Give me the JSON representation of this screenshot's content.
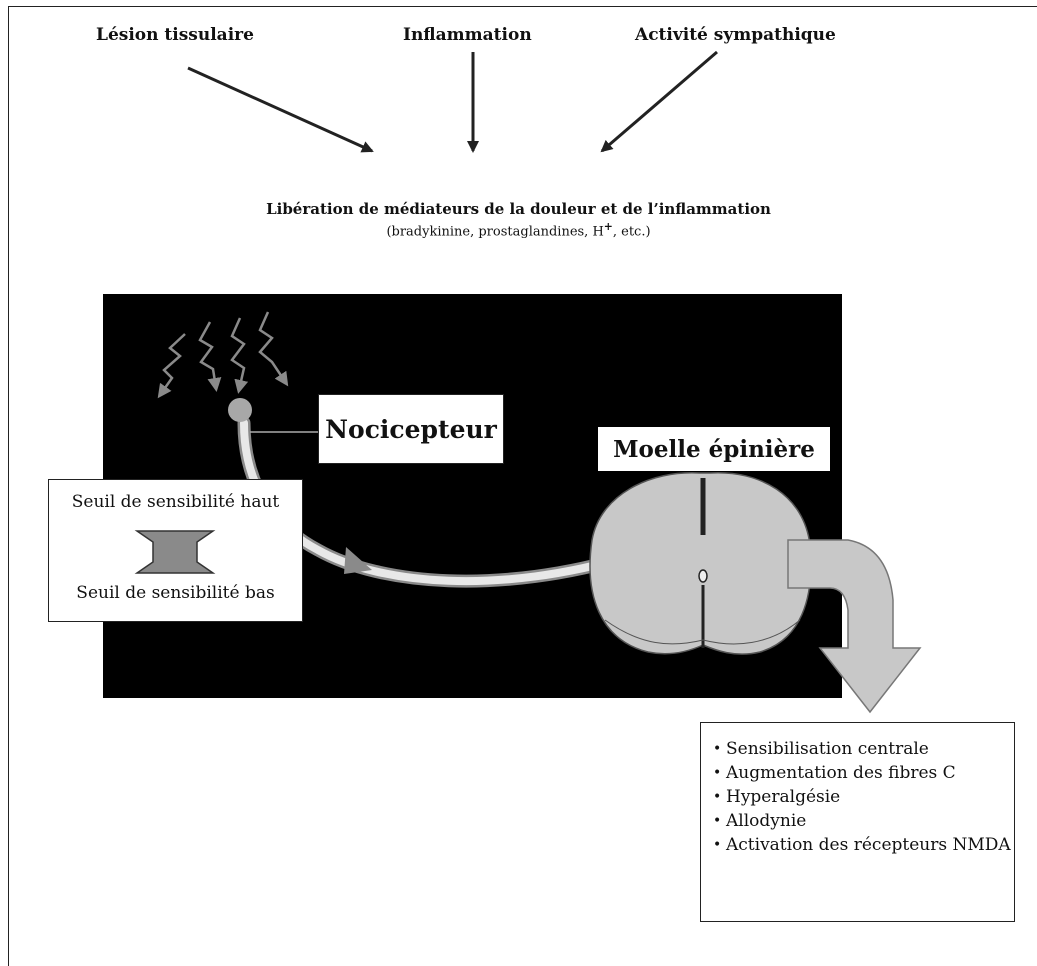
{
  "causes": [
    "Lésion tissulaire",
    "Inflammation",
    "Activité sympathique"
  ],
  "mediators": {
    "title": "Libération de médiateurs de la douleur et de l’inflammation",
    "subtitle_prefix": "(bradykinine, prostaglandines, H",
    "subtitle_sup": "+",
    "subtitle_suffix": ", etc.)"
  },
  "nociceptor_label": "Nocicepteur",
  "spinal_cord_label": "Moelle épinière",
  "threshold": {
    "high": "Seuil de sensibilité haut",
    "low": "Seuil de sensibilité bas"
  },
  "effects": [
    "Sensibilisation centrale",
    "Augmentation des fibres C",
    "Hyperalgésie",
    "Allodynie",
    "Activation des récepteurs NMDA"
  ],
  "colors": {
    "panel": "#000000",
    "fill_gray": "#c8c8c8",
    "arrow_gray": "#8a8a8a",
    "stroke": "#222222"
  },
  "icons": {
    "pain_signal": "zigzag-arrow-icon",
    "threshold_toggle": "double-arrow-icon"
  }
}
